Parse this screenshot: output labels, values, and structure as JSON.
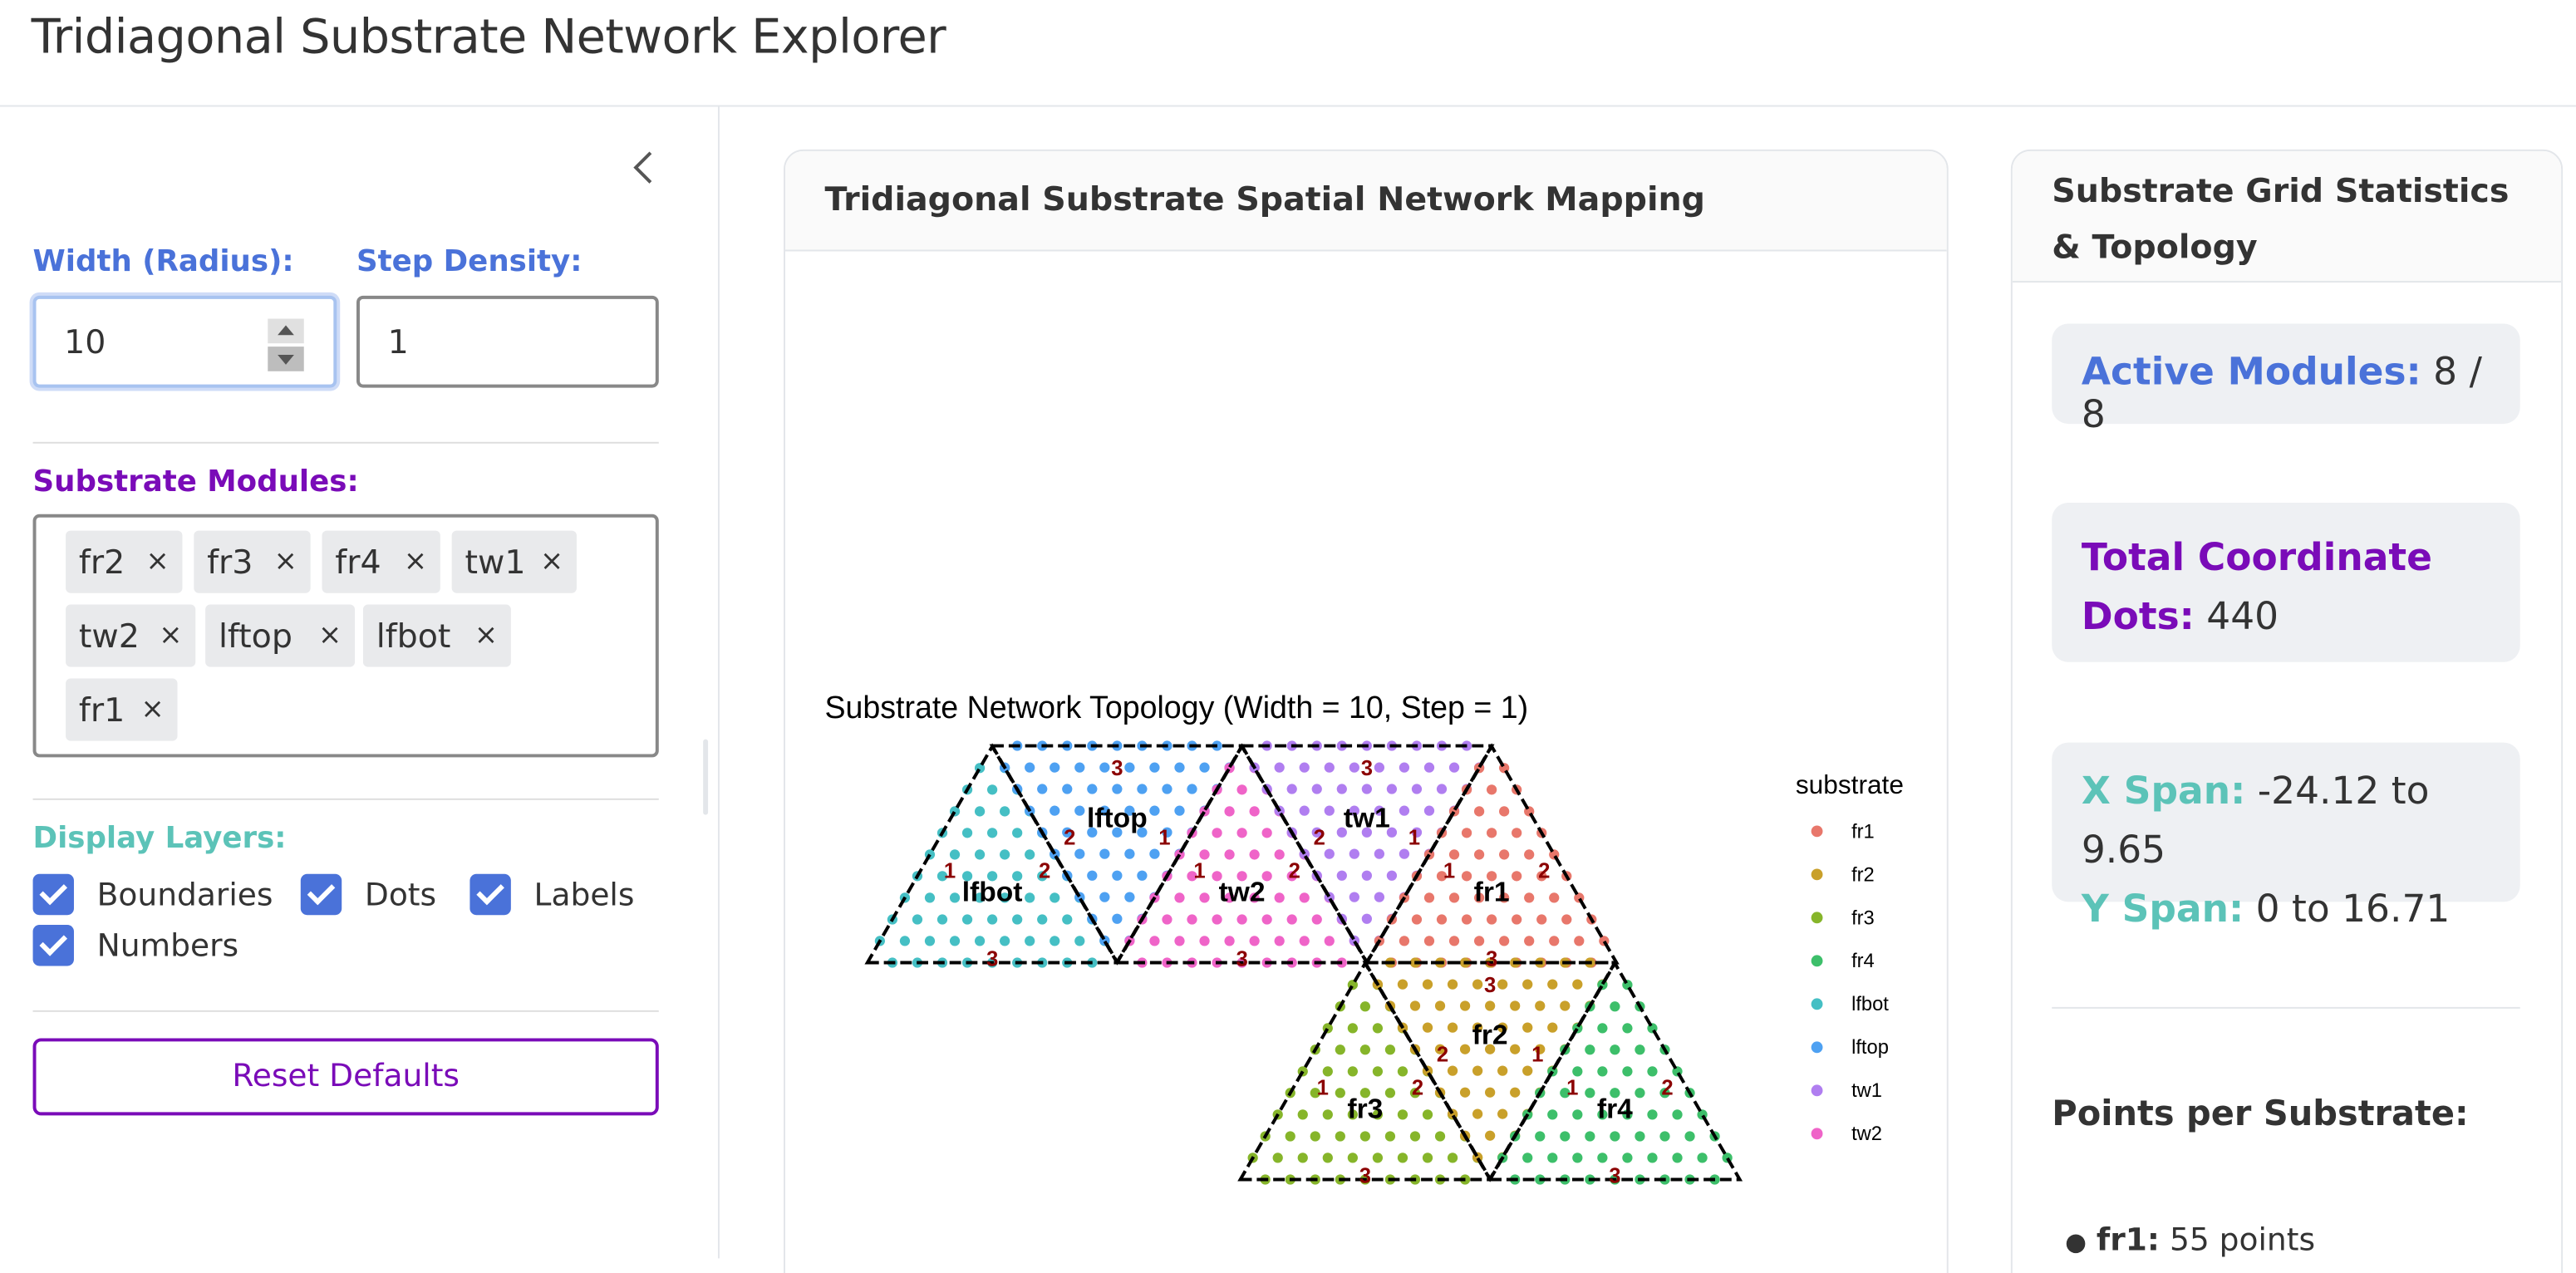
{
  "app": {
    "title": "Tridiagonal Substrate Network Explorer"
  },
  "sidebar": {
    "width_label": "Width (Radius):",
    "width_value": "10",
    "step_label": "Step Density:",
    "step_value": "1",
    "modules_label": "Substrate Modules:",
    "modules": [
      "fr2",
      "fr3",
      "fr4",
      "tw1",
      "tw2",
      "lftop",
      "lfbot",
      "fr1"
    ],
    "chip_remove": "×",
    "layers_label": "Display Layers:",
    "layers": [
      {
        "label": "Boundaries",
        "checked": true
      },
      {
        "label": "Dots",
        "checked": true
      },
      {
        "label": "Labels",
        "checked": true
      },
      {
        "label": "Numbers",
        "checked": true
      }
    ],
    "reset_label": "Reset Defaults"
  },
  "main_card": {
    "title": "Tridiagonal Substrate Spatial Network Mapping",
    "chart_data": {
      "type": "scatter",
      "title": "Substrate Network Topology (Width = 10, Step = 1)",
      "legend_title": "substrate",
      "legend_position": "right",
      "grid": false,
      "series": [
        {
          "name": "fr1",
          "color": "#e8776b",
          "points": 55
        },
        {
          "name": "fr2",
          "color": "#c9a02a",
          "points": 55
        },
        {
          "name": "fr3",
          "color": "#86b52a",
          "points": 55
        },
        {
          "name": "fr4",
          "color": "#3dbf6a",
          "points": 55
        },
        {
          "name": "lfbot",
          "color": "#45bfc4",
          "points": 55
        },
        {
          "name": "lftop",
          "color": "#4ea1f2",
          "points": 55
        },
        {
          "name": "tw1",
          "color": "#b07ef0",
          "points": 55
        },
        {
          "name": "tw2",
          "color": "#ef64c8",
          "points": 55
        }
      ],
      "triangles": [
        {
          "name": "lfbot",
          "orientation": "up",
          "edge_numbers": [
            "1",
            "2",
            "3"
          ]
        },
        {
          "name": "lftop",
          "orientation": "down",
          "edge_numbers": [
            "1",
            "2",
            "3"
          ]
        },
        {
          "name": "tw2",
          "orientation": "up",
          "edge_numbers": [
            "1",
            "2",
            "3"
          ]
        },
        {
          "name": "tw1",
          "orientation": "down",
          "edge_numbers": [
            "1",
            "2",
            "3"
          ]
        },
        {
          "name": "fr1",
          "orientation": "up",
          "edge_numbers": [
            "1",
            "2",
            "3"
          ]
        },
        {
          "name": "fr3",
          "orientation": "up",
          "edge_numbers": [
            "1",
            "2",
            "3"
          ]
        },
        {
          "name": "fr2",
          "orientation": "down",
          "edge_numbers": [
            "1",
            "2",
            "3"
          ]
        },
        {
          "name": "fr4",
          "orientation": "up",
          "edge_numbers": [
            "1",
            "2",
            "3"
          ]
        }
      ]
    }
  },
  "stats_card": {
    "title": "Substrate Grid Statistics & Topology",
    "active_label": "Active Modules:",
    "active_value": "8 / 8",
    "total_label": "Total Coordinate Dots:",
    "total_value": "440",
    "xspan_label": "X Span:",
    "xspan_value": "-24.12 to 9.65",
    "yspan_label": "Y Span:",
    "yspan_value": "0 to 16.71",
    "points_header": "Points per Substrate:",
    "points": [
      {
        "name": "fr1:",
        "value": "55 points"
      }
    ]
  }
}
